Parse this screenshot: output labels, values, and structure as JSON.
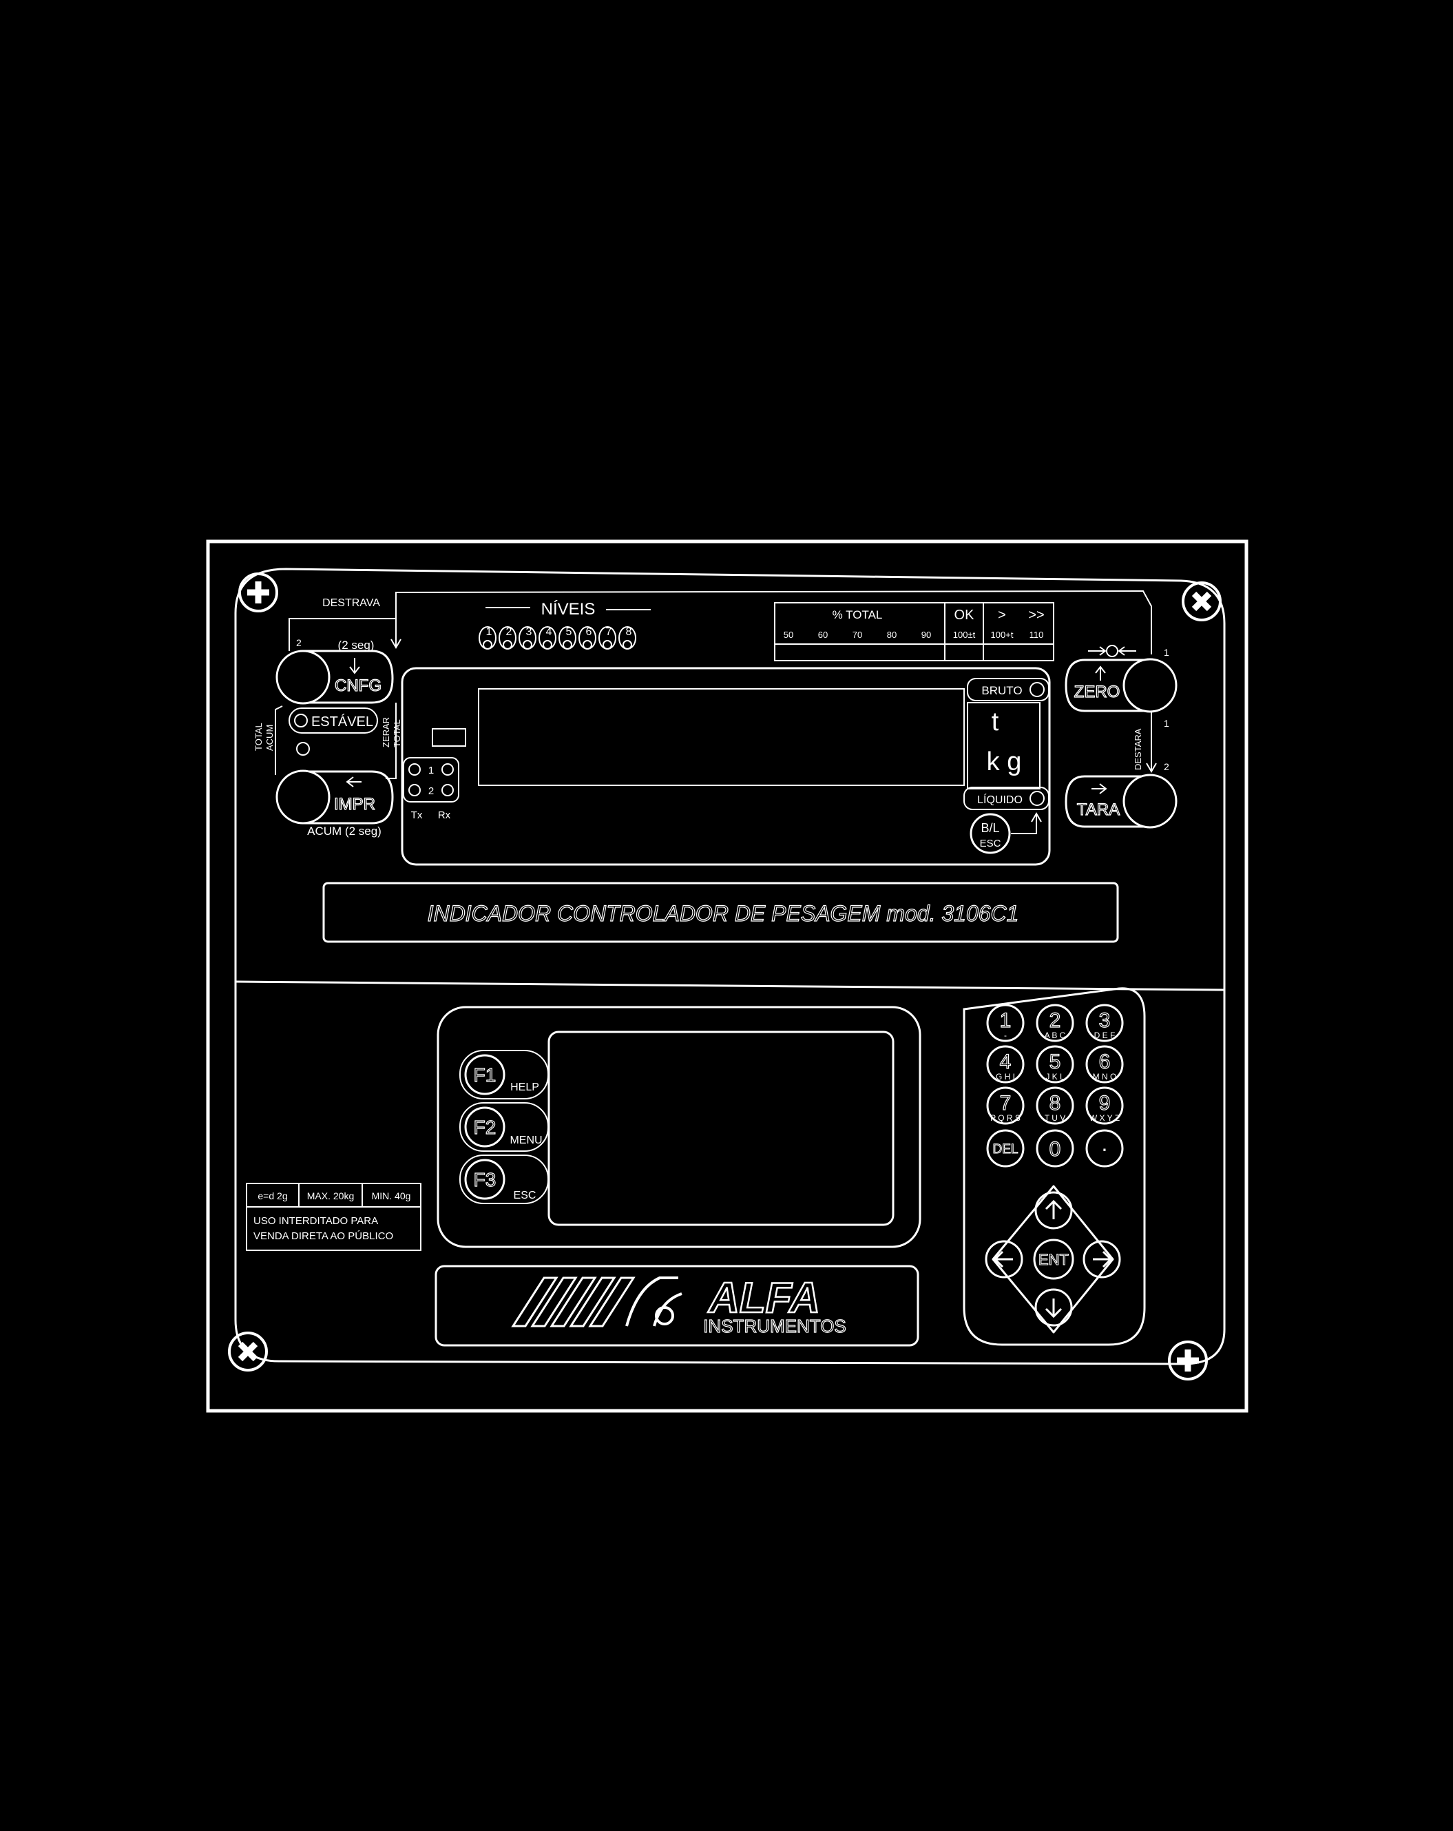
{
  "colors": {
    "background": "#000000",
    "line": "#ffffff"
  },
  "upper": {
    "niveis_label": "NÍVEIS",
    "niveis_numbers": [
      "1",
      "2",
      "3",
      "4",
      "5",
      "6",
      "7",
      "8"
    ],
    "total_header": "% TOTAL",
    "ok_header": "OK",
    "gt_header": ">",
    "gtgt_header": ">>",
    "total_values": [
      "50",
      "60",
      "70",
      "80",
      "90"
    ],
    "ok_value": "100±t",
    "gt_value": "100+t",
    "gtgt_value": "110",
    "destrava": "DESTRAVA",
    "two_sec": "(2 seg)",
    "cnfg": "CNFG",
    "estavel": "ESTÁVEL",
    "impr": "IMPR",
    "acum_2seg": "ACUM (2 seg)",
    "total_acum_line1": "TOTAL",
    "total_acum_line2": "ACUM",
    "zerar_total_line1": "ZERAR",
    "zerar_total_line2": "TOTAL",
    "num1": "1",
    "num2": "2",
    "tx": "Tx",
    "rx": "Rx",
    "bruto": "BRUTO",
    "unit_t": "t",
    "unit_kg": "k g",
    "liquido": "LÍQUIDO",
    "bl": "B/L",
    "esc_small": "ESC",
    "zero": "ZERO",
    "tara": "TARA",
    "destara": "DESTARA",
    "title_plate": "INDICADOR CONTROLADOR DE PESAGEM  mod. 3106C1"
  },
  "lower": {
    "f1": "F1",
    "help": "HELP",
    "f2": "F2",
    "menu": "MENU",
    "f3": "F3",
    "esc": "ESC",
    "spec_e": "e=d  2g",
    "spec_max": "MAX. 20kg",
    "spec_min": "MIN.  40g",
    "notice_line1": "USO INTERDITADO PARA",
    "notice_line2": "VENDA DIRETA AO PÚBLICO",
    "brand": "ALFA",
    "brand_sub": "INSTRUMENTOS",
    "keypad": [
      {
        "digit": "1",
        "letters": "-"
      },
      {
        "digit": "2",
        "letters": "A B C"
      },
      {
        "digit": "3",
        "letters": "D E F"
      },
      {
        "digit": "4",
        "letters": "G H I"
      },
      {
        "digit": "5",
        "letters": "J K L"
      },
      {
        "digit": "6",
        "letters": "M N O"
      },
      {
        "digit": "7",
        "letters": "P Q R S"
      },
      {
        "digit": "8",
        "letters": "T U V"
      },
      {
        "digit": "9",
        "letters": "W X Y Z"
      }
    ],
    "del": "DEL",
    "zero_key": "0",
    "dot": "·",
    "ent": "ENT"
  }
}
